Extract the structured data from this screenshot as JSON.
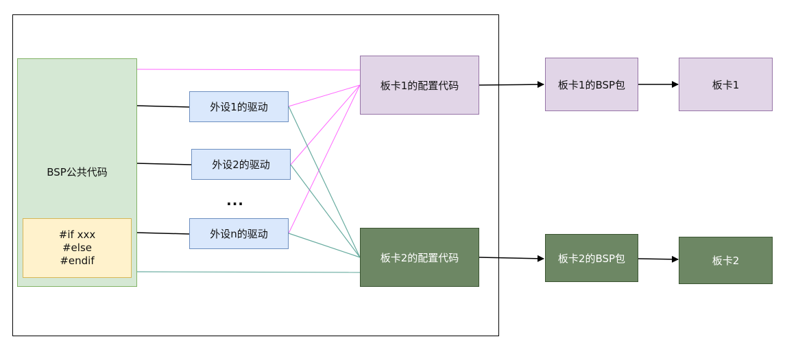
{
  "common_code": {
    "label": "BSP公共代码"
  },
  "conditional_block": {
    "lines": [
      "#if xxx",
      "#else",
      "#endif"
    ]
  },
  "drivers": [
    "外设1的驱动",
    "外设2的驱动",
    "外设n的驱动"
  ],
  "ellipsis": "...",
  "boards": [
    {
      "config": "板卡1的配置代码",
      "bsp": "板卡1的BSP包",
      "board": "板卡1",
      "color": "#e1d5e7"
    },
    {
      "config": "板卡2的配置代码",
      "bsp": "板卡2的BSP包",
      "board": "板卡2",
      "color": "#6d8764"
    }
  ],
  "colors": {
    "board1_link": "#ff66ff",
    "board2_link": "#67ab9f",
    "driver_link": "#000000"
  }
}
